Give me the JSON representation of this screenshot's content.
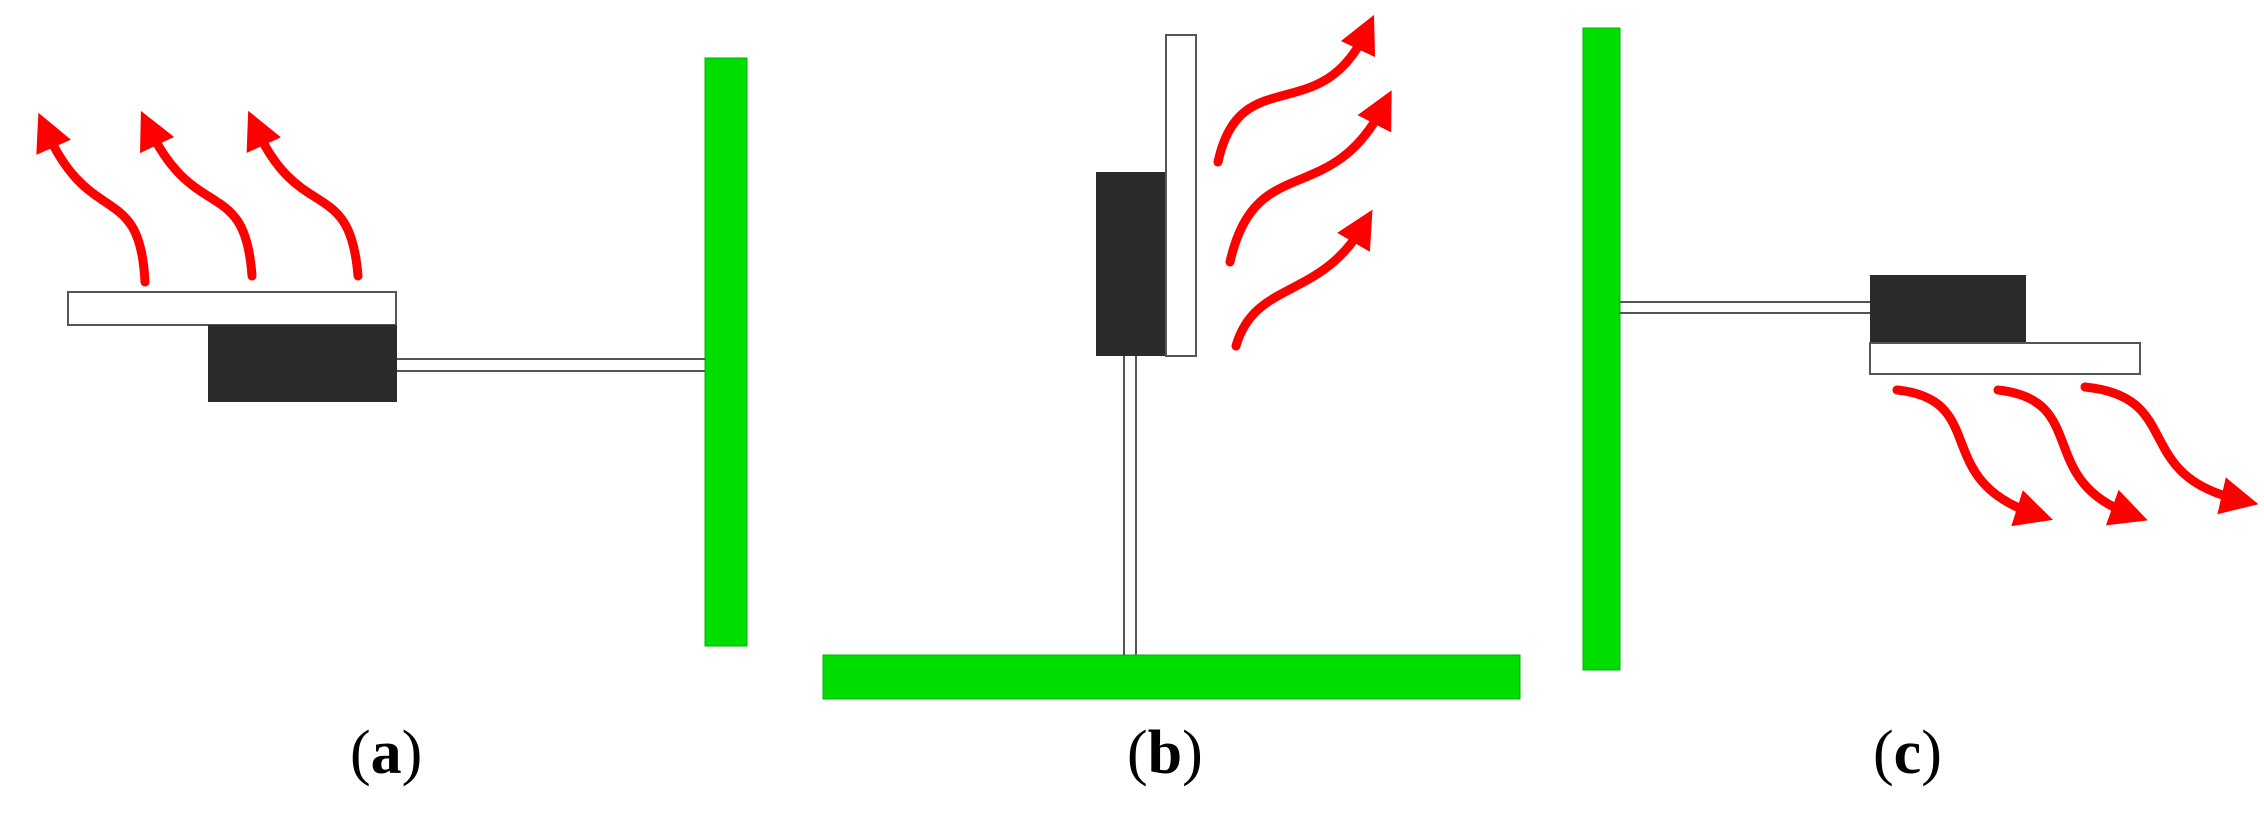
{
  "colors": {
    "wall": "#00dd00",
    "wall_edge": "#00b300",
    "housing": "#2a2a2a",
    "plate_fill": "#ffffff",
    "plate_stroke": "#555555",
    "heat_arrow": "#ff0000"
  },
  "panels": [
    {
      "id": "a",
      "open": "(",
      "letter": "a",
      "close": ")",
      "wall": "vertical-right",
      "heat_direction": "up"
    },
    {
      "id": "b",
      "open": "(",
      "letter": "b",
      "close": ")",
      "wall": "horizontal-bottom",
      "heat_direction": "right"
    },
    {
      "id": "c",
      "open": "(",
      "letter": "c",
      "close": ")",
      "wall": "vertical-left",
      "heat_direction": "down"
    }
  ]
}
